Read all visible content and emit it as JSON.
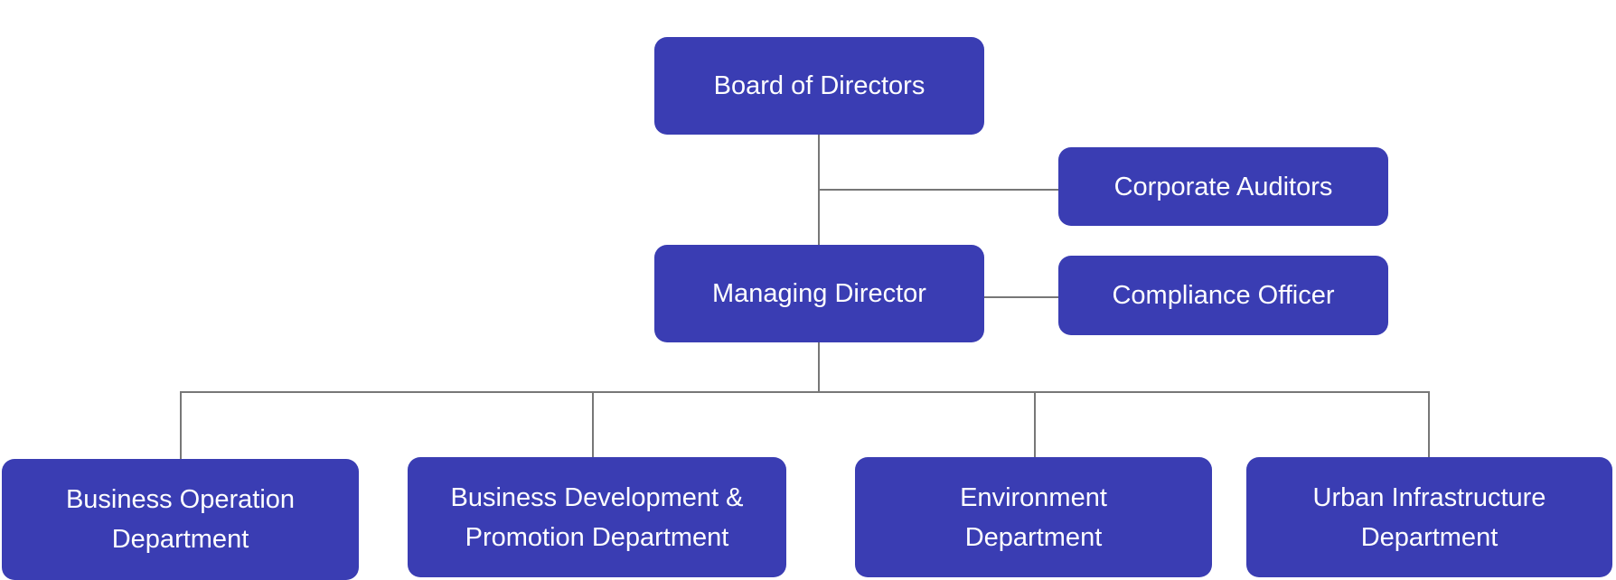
{
  "chart": {
    "color": "#3a3db3",
    "nodes": {
      "board": "Board of Directors",
      "auditors": "Corporate Auditors",
      "managing": "Managing Director",
      "compliance": "Compliance Officer",
      "dept_business_operation": "Business Operation Department",
      "dept_business_development": "Business Development & Promotion Department",
      "dept_environment": "Environment Department",
      "dept_urban": "Urban Infrastructure Department"
    }
  }
}
